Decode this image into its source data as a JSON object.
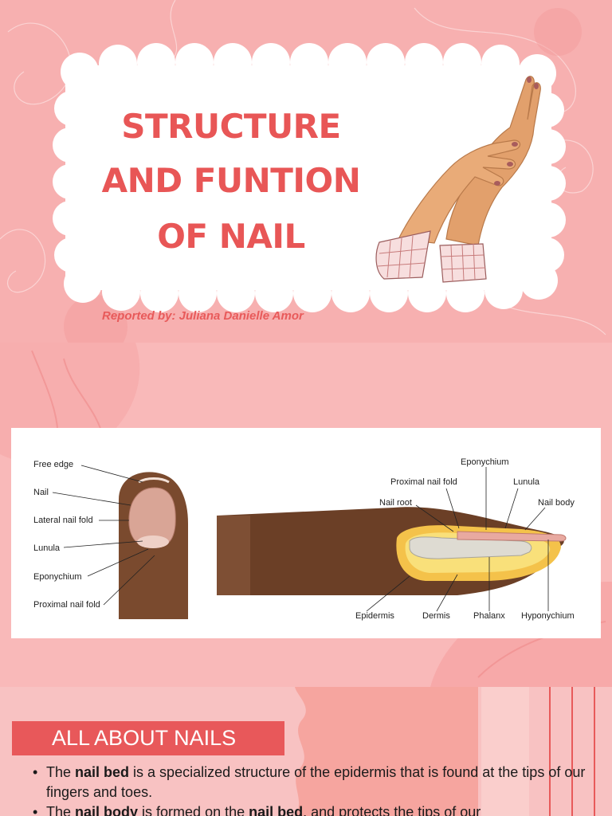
{
  "slide1": {
    "title_lines": [
      "STRUCTURE",
      "AND FUNTION",
      "OF NAIL"
    ],
    "reporter": "Reported by: Juliana Danielle Amor",
    "hands_icon": "caring-hands-illustration"
  },
  "diagram": {
    "left_labels": [
      "Free edge",
      "Nail",
      "Lateral nail fold",
      "Lunula",
      "Eponychium",
      "Proximal nail fold"
    ],
    "top_labels": {
      "eponychium": "Eponychium",
      "proximal_nail_fold": "Proximal nail fold",
      "lunula": "Lunula",
      "nail_root": "Nail root",
      "nail_body": "Nail body"
    },
    "bottom_labels": {
      "epidermis": "Epidermis",
      "dermis": "Dermis",
      "phalanx": "Phalanx",
      "hyponychium": "Hyponychium"
    }
  },
  "slide3": {
    "section_title": "ALL ABOUT NAILS",
    "bullets": [
      {
        "pre": "The ",
        "bold": "nail bed",
        "post": " is a specialized structure of the epidermis that is found at the tips of our fingers and toes."
      },
      {
        "pre": "The ",
        "bold": "nail body",
        "mid": " is formed on the ",
        "bold2": "nail bed",
        "post": ", and protects the tips of our"
      }
    ]
  },
  "colors": {
    "accent": "#e85656",
    "slide1_bg": "#f7b0b0",
    "slide2_bg": "#f9b9b9",
    "slide3_bg": "#f8c2c2",
    "banner": "#e8585a"
  }
}
